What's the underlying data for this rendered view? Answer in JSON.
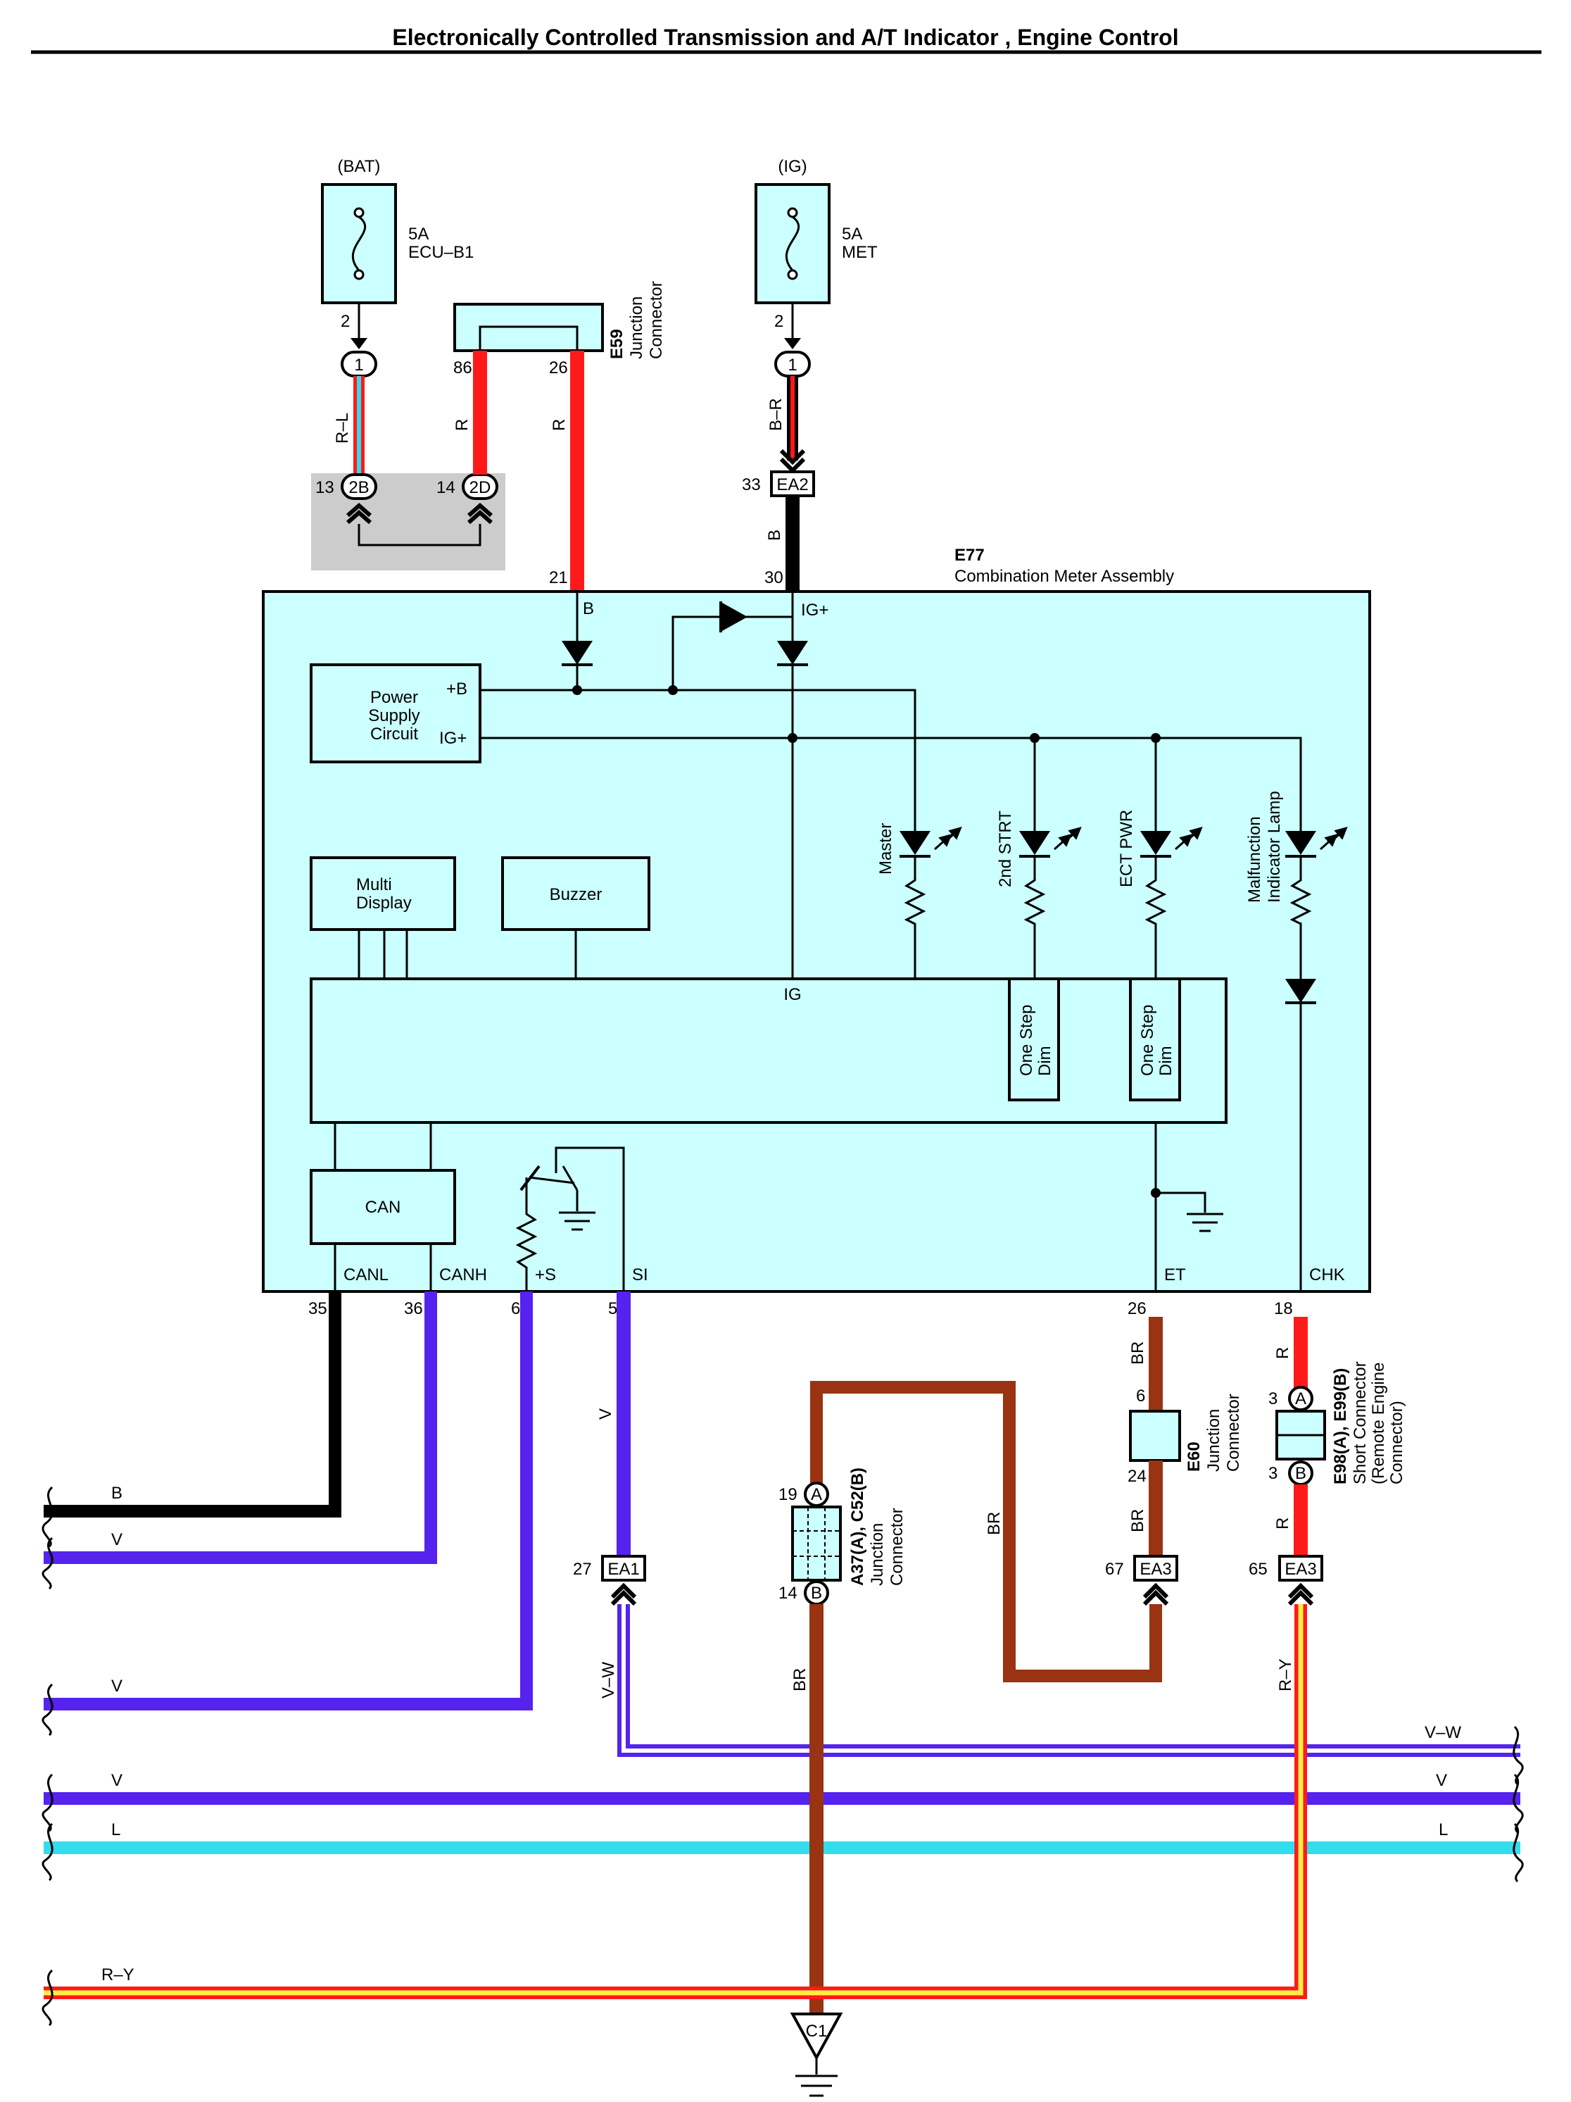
{
  "title": "Electronically Controlled Transmission and A/T Indicator , Engine Control",
  "colors": {
    "R": "#ff1a1a",
    "B": "#000000",
    "V": "#5522ee",
    "BR": "#993311",
    "L": "#33ddee",
    "Y": "#ffee44",
    "W": "#ffffff",
    "component_fill": "#ccffff",
    "shaded": "#cccccc"
  },
  "fuses": {
    "bat": {
      "source": "(BAT)",
      "rating": "5A",
      "name": "ECU–B1",
      "pin": "2"
    },
    "ig": {
      "source": "(IG)",
      "rating": "5A",
      "name": "MET",
      "pin": "2"
    }
  },
  "e59": {
    "id": "E59",
    "l1": "Junction",
    "l2": "Connector",
    "pin_a": "86",
    "pin_b": "26"
  },
  "conn": {
    "one": "1",
    "c2b": "2B",
    "c2b_pin": "13",
    "c2d": "2D",
    "c2d_pin": "14",
    "ea2": "EA2",
    "ea2_pin": "33",
    "ea1": "EA1",
    "ea1_pin": "27",
    "ea3": "EA3",
    "ea3_pin_a": "67",
    "ea3_pin_b": "65"
  },
  "e77": {
    "id": "E77",
    "name": "Combination Meter Assembly",
    "pin_b": "21",
    "lbl_b": "B",
    "pin_ig": "30",
    "lbl_ig": "IG+",
    "psc": [
      "Power",
      "Supply",
      "Circuit"
    ],
    "psc_b": "+B",
    "psc_ig": "IG+",
    "multi": [
      "Multi",
      "Display"
    ],
    "buzzer": "Buzzer",
    "ig": "IG",
    "lamps": [
      "Master",
      "2nd STRT",
      "ECT PWR"
    ],
    "mil": [
      "Malfunction",
      "Indicator Lamp"
    ],
    "dim": [
      "One Step",
      "Dim"
    ],
    "can": "CAN",
    "terms": {
      "canl": "CANL",
      "canh": "CANH",
      "s": "+S",
      "si": "SI",
      "et": "ET",
      "chk": "CHK"
    },
    "pins": {
      "canl": "35",
      "canh": "36",
      "s": "6",
      "si": "5",
      "et": "26",
      "chk": "18"
    }
  },
  "e60": {
    "id": "E60",
    "l1": "Junction",
    "l2": "Connector",
    "pin_a": "6",
    "pin_b": "24"
  },
  "e98": {
    "id": "E98(A), E99(B)",
    "l1": "Short Connector",
    "l2": "(Remote Engine",
    "l3": "Connector)",
    "pin_a": "3",
    "pin_b": "3",
    "a": "A",
    "b": "B"
  },
  "a37": {
    "id": "A37(A), C52(B)",
    "l1": "Junction",
    "l2": "Connector",
    "pin_a": "19",
    "pin_b": "14",
    "a": "A",
    "b": "B"
  },
  "ground": "C1",
  "wires": {
    "rl": "R–L",
    "r": "R",
    "br": "B–R",
    "b": "B",
    "v": "V",
    "vw": "V–W",
    "brn": "BR",
    "l": "L",
    "ry": "R–Y"
  }
}
